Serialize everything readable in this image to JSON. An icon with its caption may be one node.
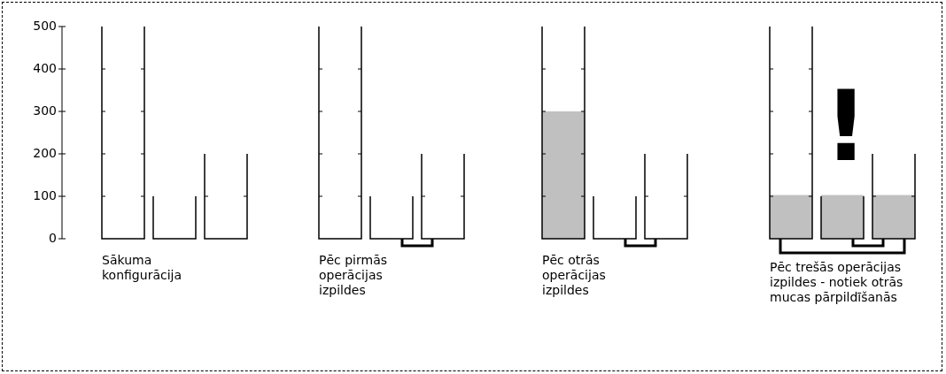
{
  "diagram": {
    "labels": [
      "500",
      "400",
      "300",
      "200",
      "100",
      "0",
      "Sākuma konfigurācija",
      "Pēc pirmās operācijas izpildes",
      "Pēc otrās operācijas izpildes",
      "!",
      "Pēc trešās operācijas izpildes - notiek otrās mucas pārpildīšanās"
    ]
  }
}
